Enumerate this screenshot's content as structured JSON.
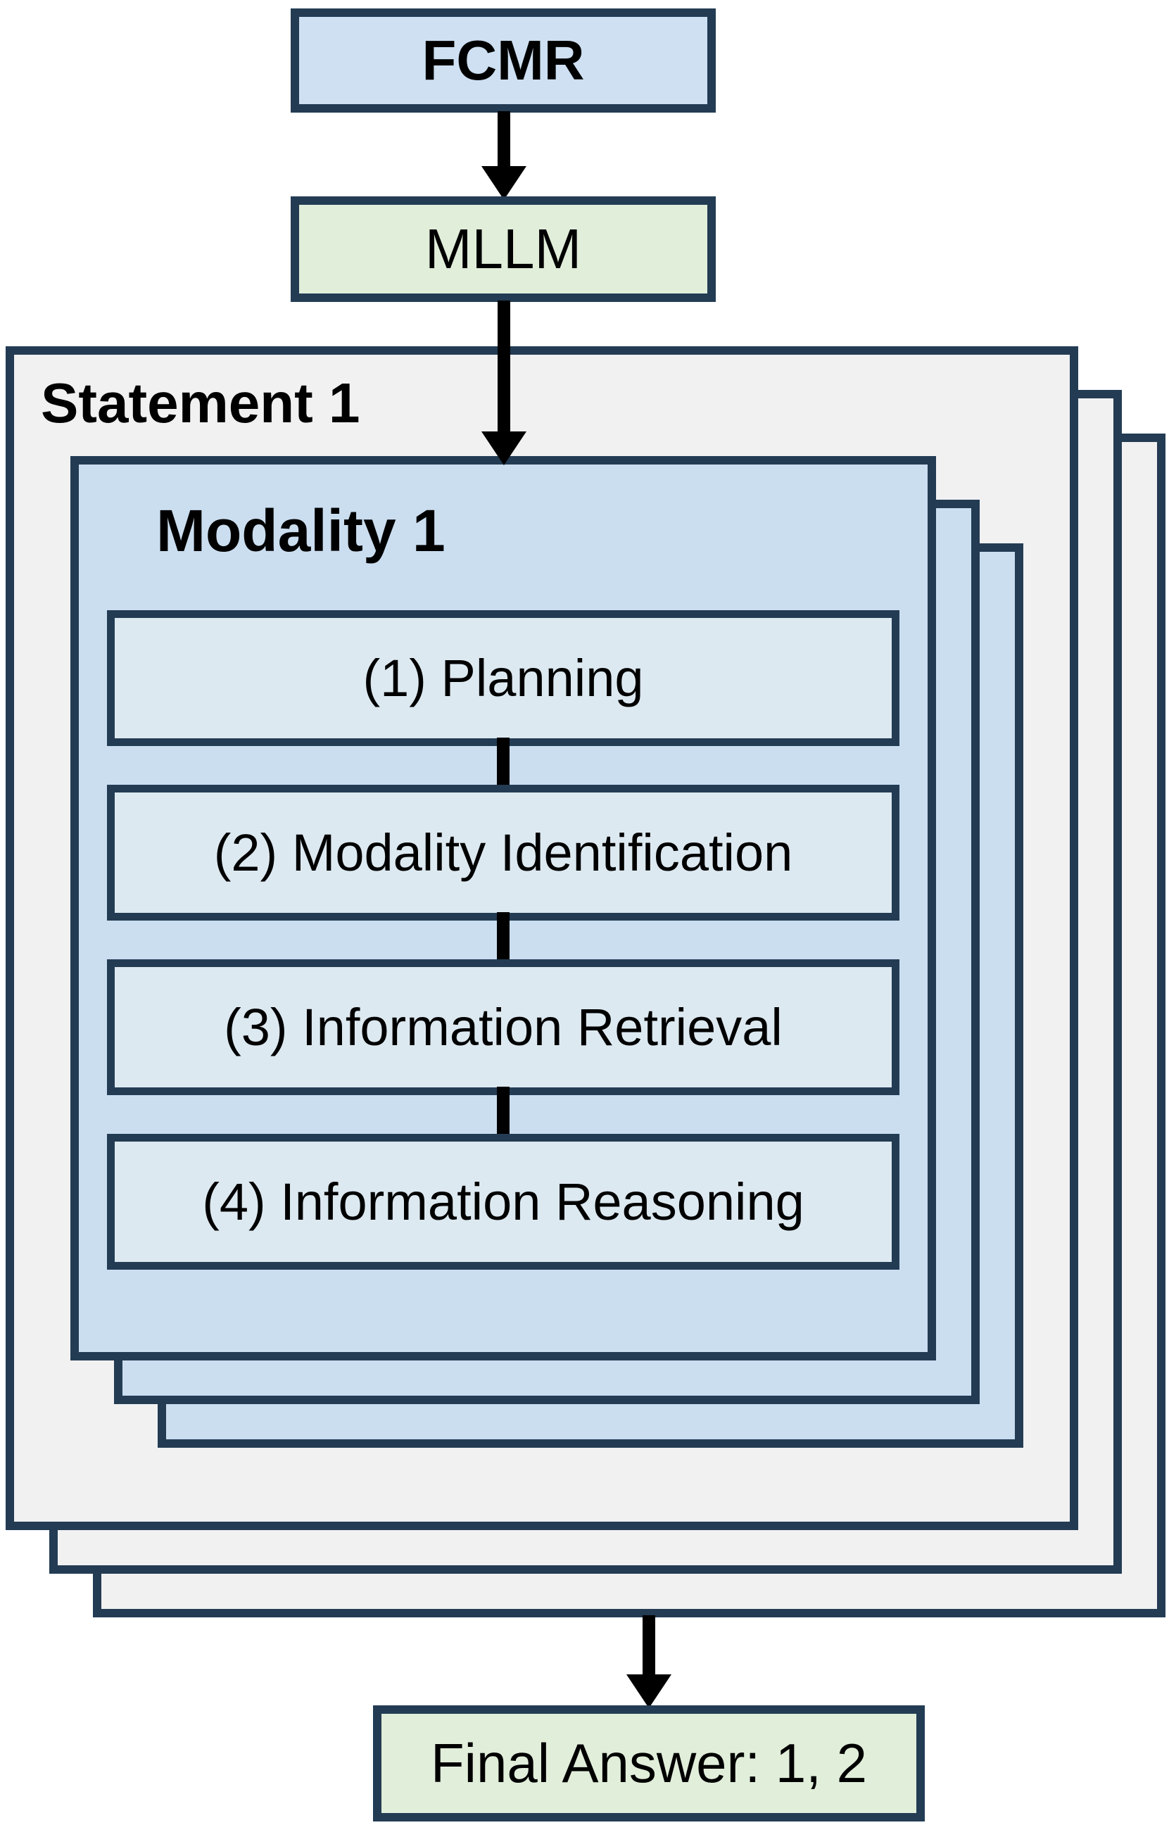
{
  "colors": {
    "border": "#233C54",
    "statement-fill": "#F1F1F2",
    "modality-fill": "#CBDEF0",
    "step-fill": "#DDE9F1",
    "fcmr-fill": "#CEE0F2",
    "green-fill": "#E1EEDA",
    "arrow": "#000000",
    "text": "#000000"
  },
  "nodes": {
    "fcmr": {
      "label": "FCMR"
    },
    "mllm": {
      "label": "MLLM"
    },
    "statement": {
      "label": "Statement 1"
    },
    "modality": {
      "label": "Modality 1"
    },
    "final": {
      "label": "Final Answer: 1, 2"
    }
  },
  "steps": [
    {
      "label": "(1) Planning"
    },
    {
      "label": "(2) Modality Identification"
    },
    {
      "label": "(3) Information Retrieval"
    },
    {
      "label": "(4) Information Reasoning"
    }
  ]
}
